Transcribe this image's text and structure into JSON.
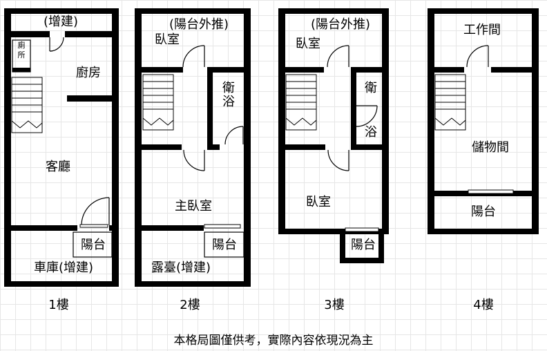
{
  "floors": [
    {
      "label": "1樓",
      "rooms": {
        "addition_top": "(增建)",
        "toilet": "廁所",
        "kitchen": "廚房",
        "living": "客廳",
        "balcony": "陽台",
        "garage": "車庫(增建)"
      }
    },
    {
      "label": "2樓",
      "rooms": {
        "balcony_ext": "(陽台外推)",
        "bedroom": "臥室",
        "bath_1": "衛",
        "bath_2": "浴",
        "master": "主臥室",
        "balcony": "陽台",
        "terrace": "露臺(增建)"
      }
    },
    {
      "label": "3樓",
      "rooms": {
        "balcony_ext": "(陽台外推)",
        "bedroom_top": "臥室",
        "bath_1": "衛",
        "bath_2": "浴",
        "bedroom": "臥室",
        "balcony": "陽台"
      }
    },
    {
      "label": "4樓",
      "rooms": {
        "workroom": "工作間",
        "storage": "儲物間",
        "balcony": "陽台"
      }
    }
  ],
  "caption": "本格局圖僅供考，實際內容依現況為主"
}
